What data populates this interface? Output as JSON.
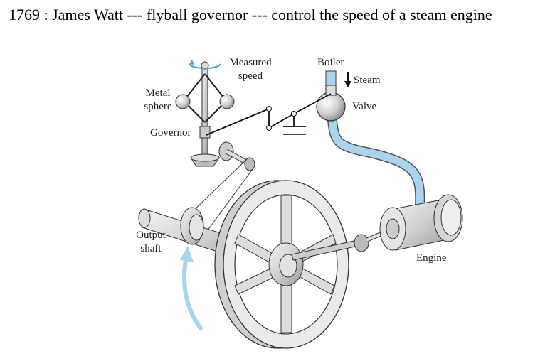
{
  "title": "1769 : James Watt --- flyball governor --- control the speed of a steam engine",
  "labels": {
    "measured_speed_line1": "Measured",
    "measured_speed_line2": "speed",
    "boiler": "Boiler",
    "steam": "Steam",
    "valve": "Valve",
    "metal_sphere_line1": "Metal",
    "metal_sphere_line2": "sphere",
    "governor": "Governor",
    "output_shaft_line1": "Output",
    "output_shaft_line2": "shaft",
    "engine": "Engine"
  },
  "colors": {
    "pipe": "#a9d4ee",
    "arrow": "#a9d4ee",
    "metal": "#d9d9d9",
    "outline": "#333333"
  }
}
